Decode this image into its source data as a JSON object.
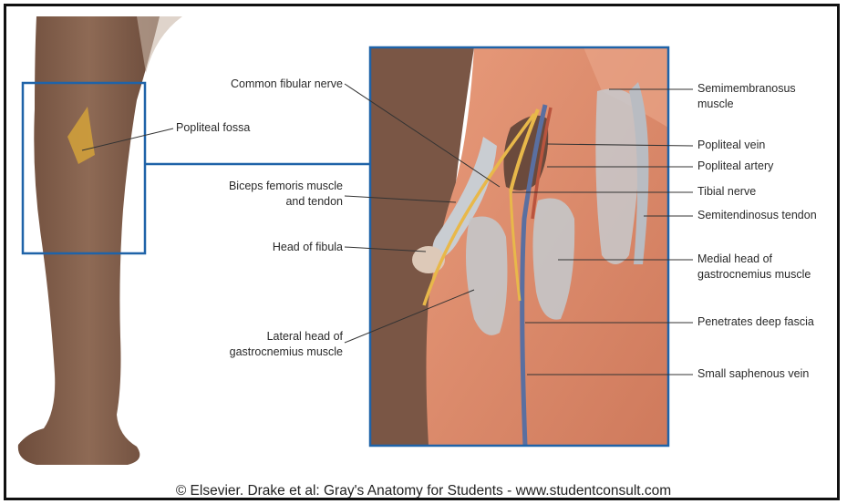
{
  "labels": {
    "popliteal_fossa": "Popliteal fossa",
    "common_fibular_nerve": "Common fibular nerve",
    "biceps_1": "Biceps femoris muscle",
    "biceps_2": "and tendon",
    "head_of_fibula": "Head of fibula",
    "lateral_head_1": "Lateral head of",
    "lateral_head_2": "gastrocnemius muscle",
    "semimembranosus_1": "Semimembranosus",
    "semimembranosus_2": "muscle",
    "popliteal_vein": "Popliteal vein",
    "popliteal_artery": "Popliteal artery",
    "tibial_nerve": "Tibial nerve",
    "semitendinosus_tendon": "Semitendinosus tendon",
    "medial_head_1": "Medial head of",
    "medial_head_2": "gastrocnemius muscle",
    "penetrates_deep_fascia": "Penetrates deep fascia",
    "small_saphenous_vein": "Small saphenous vein"
  },
  "credit": "© Elsevier. Drake et al: Gray's Anatomy for Students - www.studentconsult.com",
  "colors": {
    "frame_blue": "#1f63a8",
    "skin": "#8a6450",
    "muscle": "#d9896a",
    "nerve": "#e8b84a",
    "vein": "#5a6fa0",
    "tendon": "#c9cdd2"
  }
}
